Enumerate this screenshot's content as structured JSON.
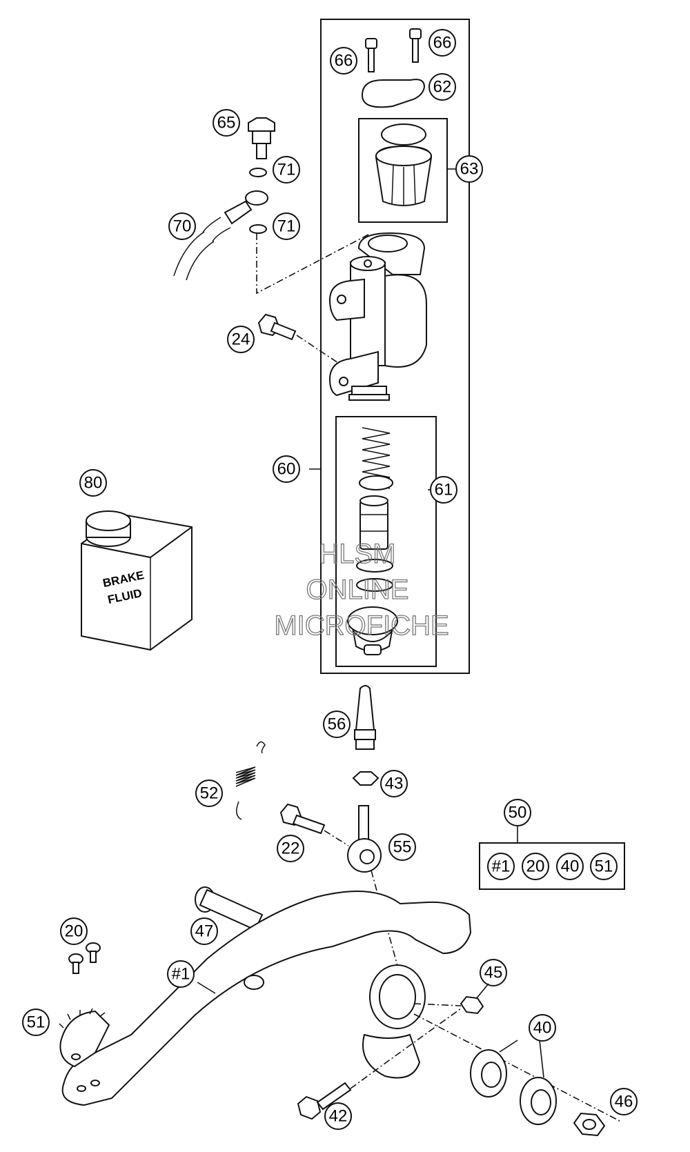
{
  "callouts": {
    "c66a": "66",
    "c66b": "66",
    "c62": "62",
    "c63": "63",
    "c65": "65",
    "c71a": "71",
    "c71b": "71",
    "c70": "70",
    "c24": "24",
    "c60": "60",
    "c61": "61",
    "c80": "80",
    "c56": "56",
    "c43": "43",
    "c52": "52",
    "c22": "22",
    "c55": "55",
    "c50": "50",
    "c47": "47",
    "c20": "20",
    "c1": "#1",
    "c45": "45",
    "c40": "40",
    "c51": "51",
    "c42": "42",
    "c46": "46"
  },
  "kit50": {
    "items": [
      "#1",
      "20",
      "40",
      "51"
    ]
  },
  "can": {
    "line1": "BRAKE",
    "line2": "FLUID"
  },
  "watermark": {
    "line1": "HLSM",
    "line2": "ONLINE",
    "line3": "MICROFICHE"
  }
}
